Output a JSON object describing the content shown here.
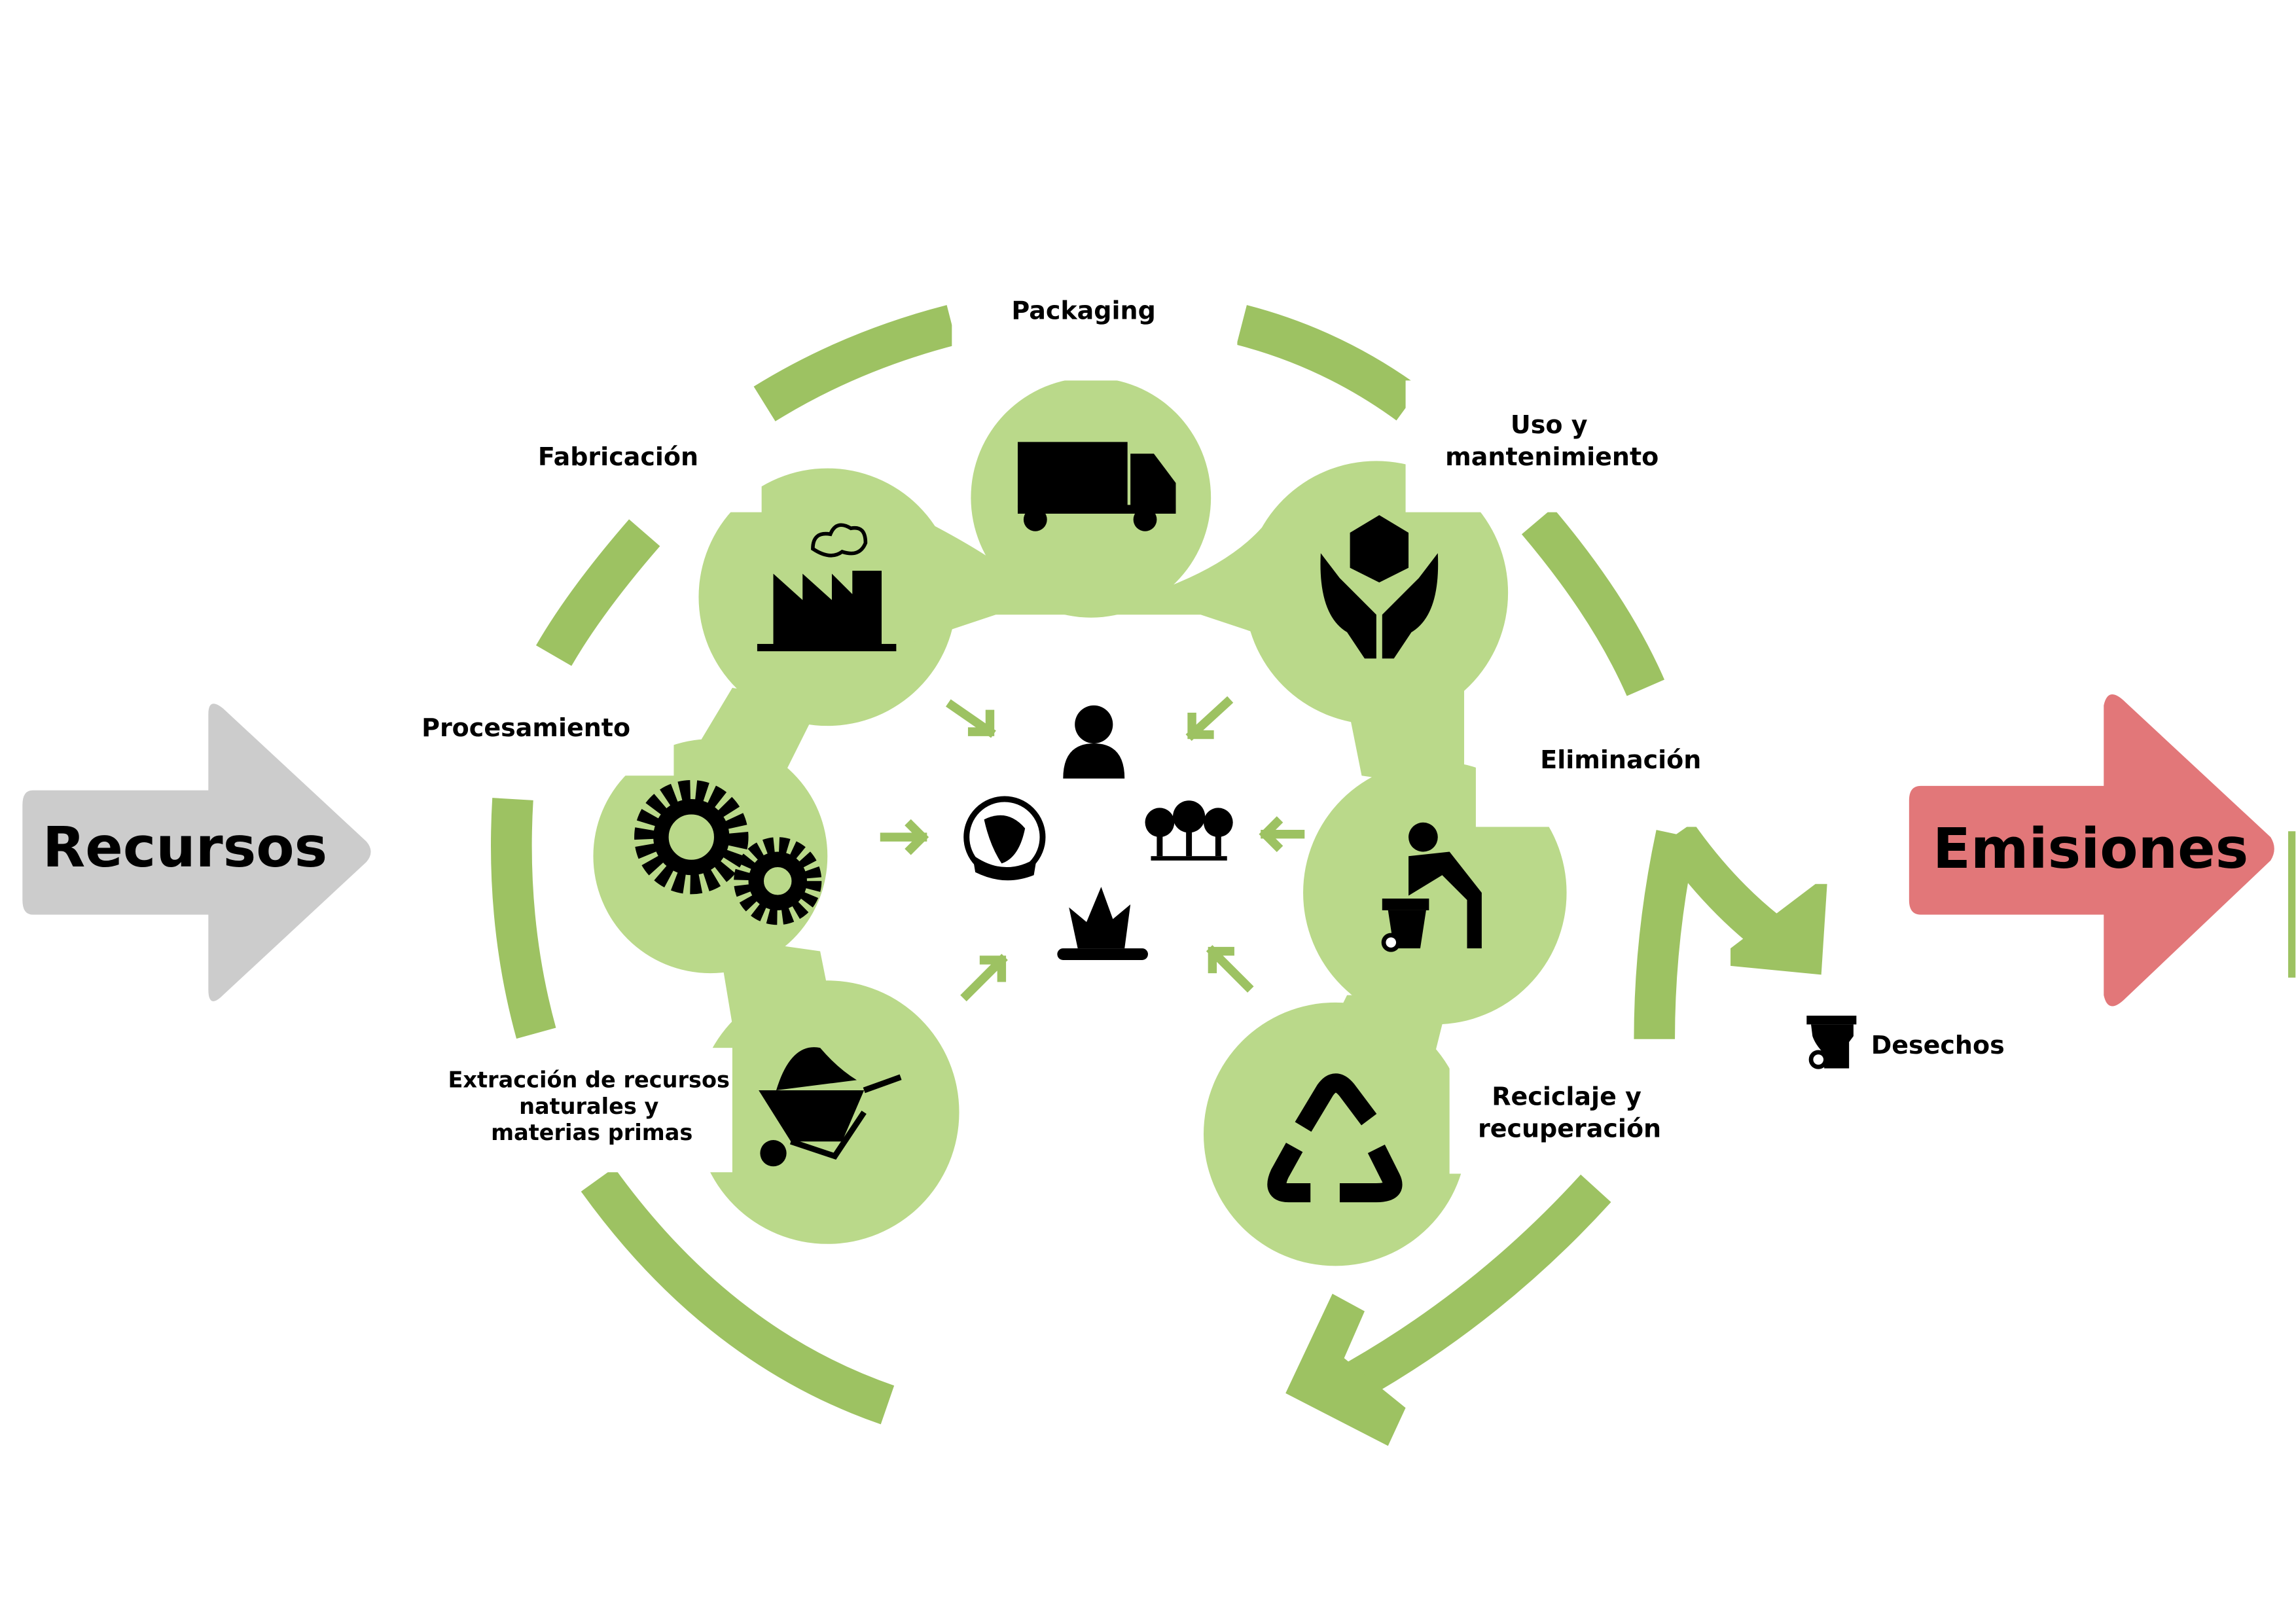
{
  "title": "Ciclo de vida del producto",
  "colors": {
    "ring": "#9dc262",
    "blob": "#bad98a",
    "input_arrow": "#cccccc",
    "output_arrow": "#e27779"
  },
  "input": {
    "label": "Recursos"
  },
  "output": {
    "label": "Emisiones"
  },
  "waste": {
    "label": "Desechos",
    "icon": "trash-bin-icon"
  },
  "stages": [
    {
      "lines": [
        "Packaging"
      ],
      "icon": "truck-icon"
    },
    {
      "lines": [
        "Uso y",
        "mantenimiento"
      ],
      "icon": "hands-box-icon"
    },
    {
      "lines": [
        "Eliminación"
      ],
      "icon": "person-disposing-trash-icon"
    },
    {
      "lines": [
        "Reciclaje y",
        "recuperación"
      ],
      "icon": "recycle-icon"
    },
    {
      "lines": [
        "Extracción de recursos",
        "naturales y",
        "materias primas"
      ],
      "icon": "wheelbarrow-icon"
    },
    {
      "lines": [
        "Procesamiento"
      ],
      "icon": "gears-icon"
    },
    {
      "lines": [
        "Fabricación"
      ],
      "icon": "factory-icon"
    }
  ],
  "impacts": [
    "person-icon",
    "melting-globe-icon",
    "trees-icon",
    "crystals-icon"
  ]
}
